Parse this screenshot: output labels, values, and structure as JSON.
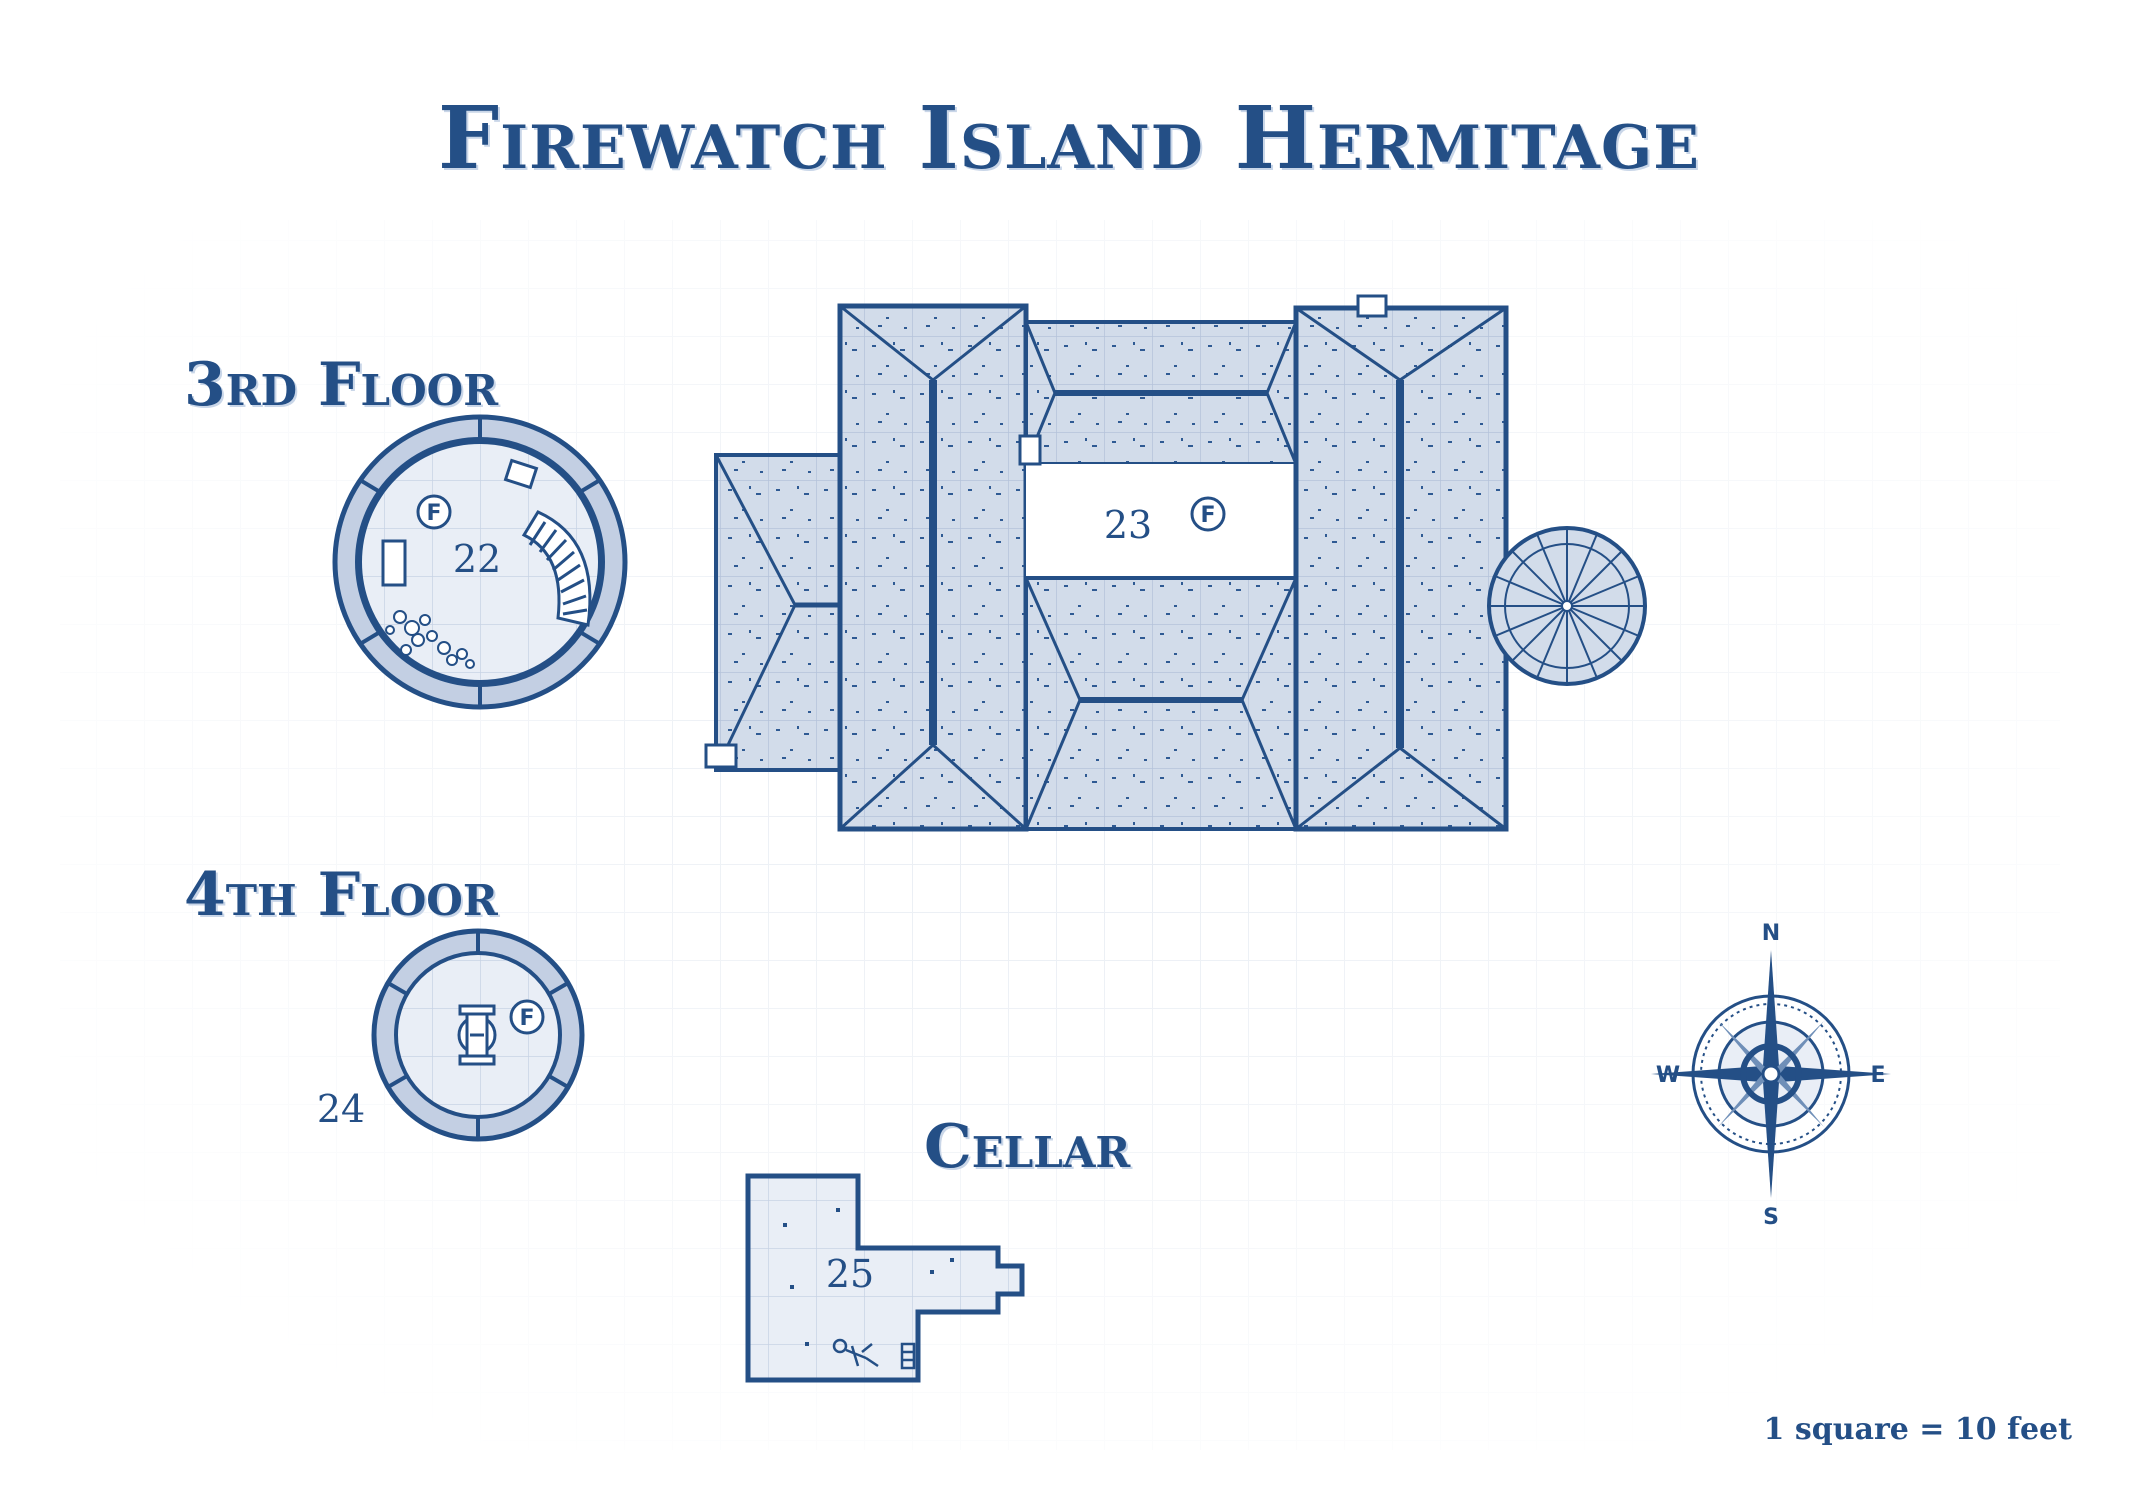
{
  "title": "Firewatch Island Hermitage",
  "labels": {
    "third_floor": "3rd Floor",
    "fourth_floor": "4th Floor",
    "cellar": "Cellar"
  },
  "rooms": {
    "r22": "22",
    "r23": "23",
    "r24": "24",
    "r25": "25"
  },
  "markers": {
    "fireplace_symbol": "F"
  },
  "compass": {
    "north": "N",
    "south": "S",
    "east": "E",
    "west": "W"
  },
  "scale": "1 square = 10 feet",
  "colors": {
    "ink": "#244f86",
    "roof_fill": "#d2dcea",
    "floor_fill": "#e9eef6",
    "grid": "#e6ebf2"
  }
}
